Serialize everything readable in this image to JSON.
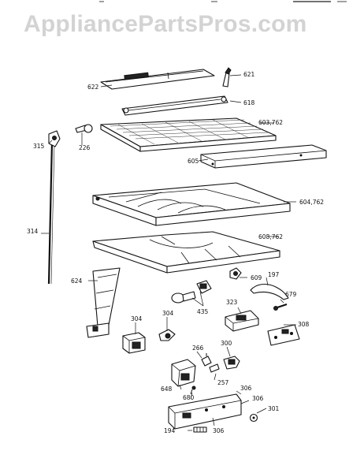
{
  "watermark": "AppliancePartsPros.com",
  "labels": {
    "p621": "621",
    "p622": "622",
    "p618": "618",
    "p315": "315",
    "p226": "226",
    "p603": "603,762",
    "p605": "605",
    "p604": "604,762",
    "p314": "314",
    "p608": "608,762",
    "p624": "624",
    "p609": "609",
    "p197": "197",
    "p435": "435",
    "p323": "323",
    "p679": "679",
    "p304a": "304",
    "p304b": "304",
    "p308": "308",
    "p266": "266",
    "p300": "300",
    "p648": "648",
    "p257": "257",
    "p680": "680",
    "p306a": "306",
    "p306b": "306",
    "p301": "301",
    "p194": "194",
    "p306c": "306"
  }
}
